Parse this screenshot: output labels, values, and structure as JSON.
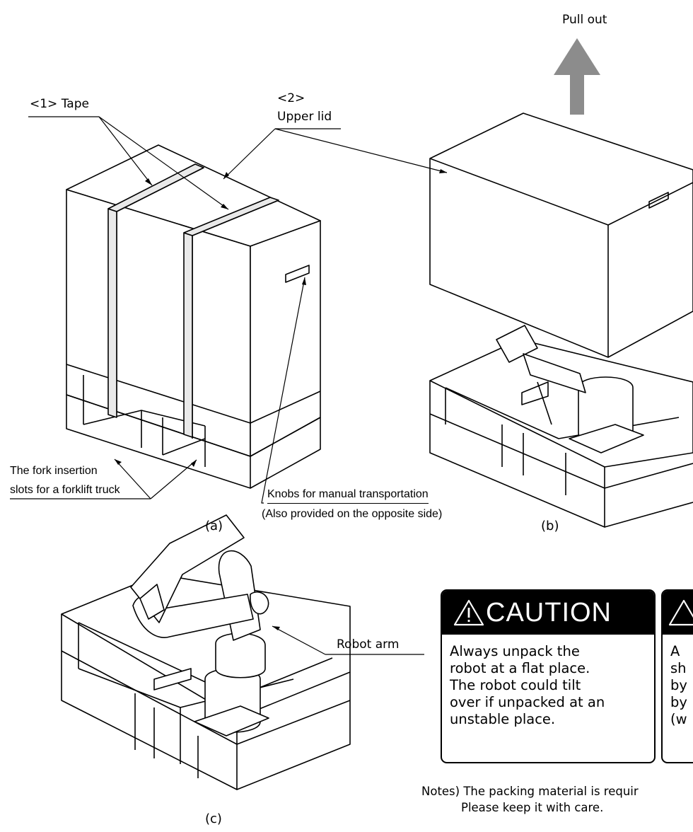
{
  "figure": {
    "pull_out": "Pull out",
    "tape_label": "<1> Tape",
    "lid_num": "<2>",
    "lid_label": "Upper lid",
    "fork_line1": "The fork insertion",
    "fork_line2": "slots for a forklift truck",
    "knobs_line1": "Knobs for manual transportation",
    "knobs_line2": "(Also provided on the opposite side)",
    "robot_arm": "Robot arm",
    "cap_a": "(a)",
    "cap_b": "(b)",
    "cap_c": "(c)"
  },
  "caution": {
    "title": "CAUTION",
    "lines": [
      "Always unpack the",
      "robot at a flat place.",
      "The robot could tilt",
      "over if unpacked at an",
      "unstable place."
    ]
  },
  "caution2": {
    "lines": [
      "A",
      "sh",
      "by",
      "by",
      "(w"
    ]
  },
  "notes": {
    "line1": "Notes) The packing material is requir",
    "line2": "Please keep it with care."
  },
  "icons": {
    "warning": "warning-triangle-icon",
    "arrow": "up-arrow-icon"
  },
  "colors": {
    "arrow": "#8c8c8c",
    "tape": "#e9e9e9",
    "black": "#000000"
  }
}
